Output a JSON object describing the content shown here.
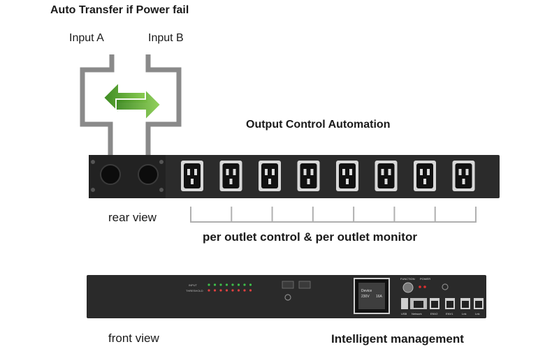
{
  "labels": {
    "auto_transfer": "Auto Transfer if Power fail",
    "input_a": "Input A",
    "input_b": "Input B",
    "output_control": "Output Control Automation",
    "rear_view": "rear view",
    "per_outlet": "per outlet control & per outlet monitor",
    "front_view": "front view",
    "intelligent": "Intelligent management"
  },
  "front_panel": {
    "row_labels": [
      "INPUT",
      "THRESHOLD"
    ],
    "display_text": [
      "Device",
      "230V",
      "16A"
    ],
    "indicator_labels": [
      "FUNCTION",
      "POWER"
    ],
    "port_labels": [
      "USB",
      "Network",
      "ENV2",
      "ENV1",
      "Lnk",
      "Lnk"
    ]
  },
  "colors": {
    "arrow_green": "#5cb030",
    "cable_gray": "#8a8a8a",
    "chassis": "#2b2b2b"
  },
  "outlet_count": 8,
  "indicator_count": 8
}
